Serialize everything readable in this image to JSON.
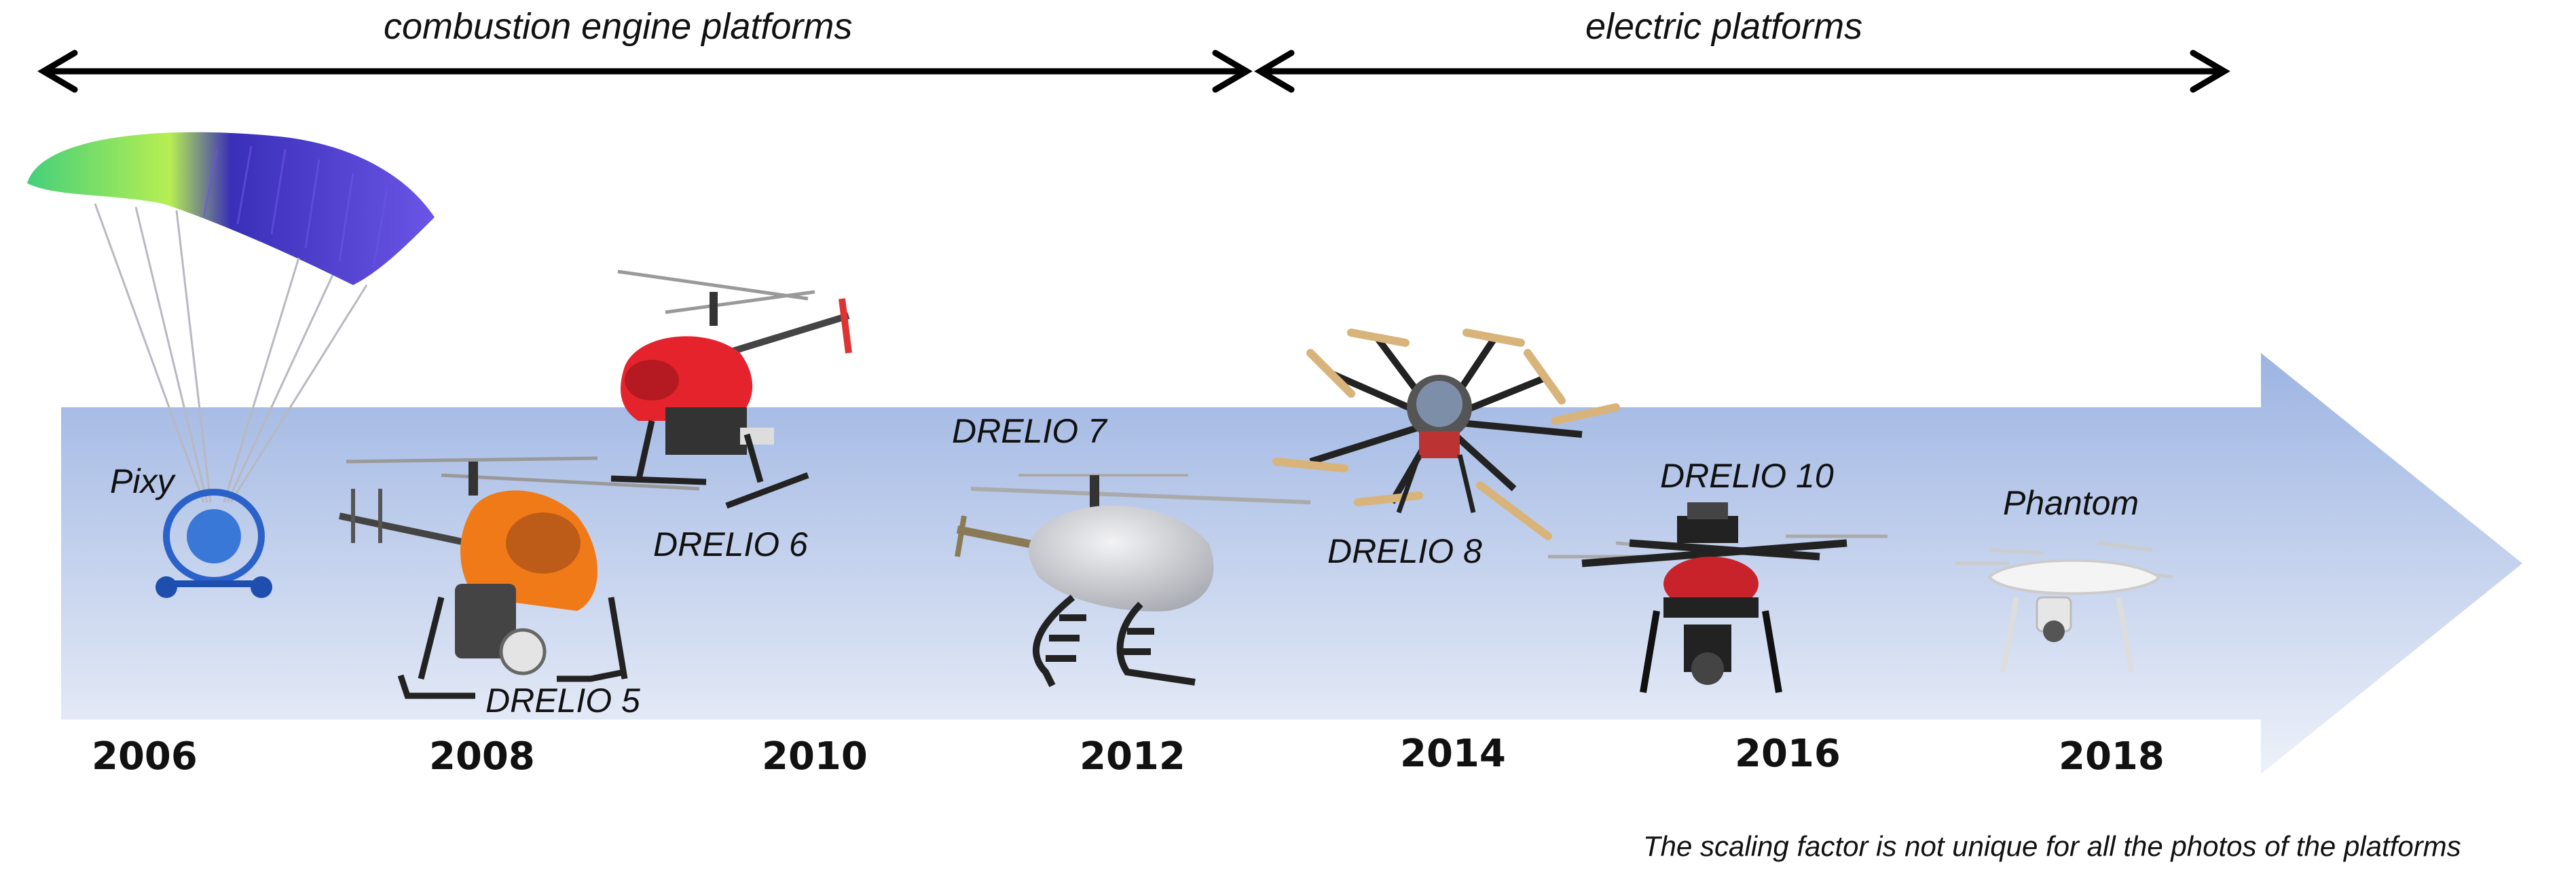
{
  "header": {
    "combustion_label": "combustion engine platforms",
    "electric_label": "electric platforms"
  },
  "platforms": [
    {
      "name": "Pixy"
    },
    {
      "name": "DRELIO 5"
    },
    {
      "name": "DRELIO 6"
    },
    {
      "name": "DRELIO 7"
    },
    {
      "name": "DRELIO 8"
    },
    {
      "name": "DRELIO 10"
    },
    {
      "name": "Phantom"
    }
  ],
  "years": [
    "2006",
    "2008",
    "2010",
    "2012",
    "2014",
    "2016",
    "2018"
  ],
  "footnote": "The scaling factor is not unique for all the photos of the platforms",
  "colors": {
    "timeline_arrow_top": "#9db4e2",
    "timeline_arrow_bottom": "#e9eef8",
    "text": "#111111"
  }
}
